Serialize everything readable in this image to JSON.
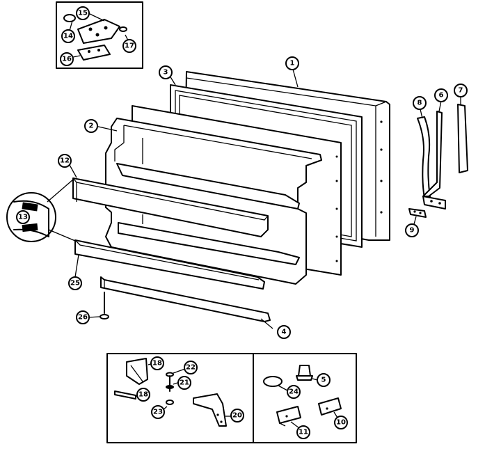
{
  "callouts": [
    {
      "id": "c1",
      "label": "1"
    },
    {
      "id": "c2",
      "label": "2"
    },
    {
      "id": "c3",
      "label": "3"
    },
    {
      "id": "c4",
      "label": "4"
    },
    {
      "id": "c5",
      "label": "5"
    },
    {
      "id": "c6",
      "label": "6"
    },
    {
      "id": "c7",
      "label": "7"
    },
    {
      "id": "c8",
      "label": "8"
    },
    {
      "id": "c9",
      "label": "9"
    },
    {
      "id": "c10",
      "label": "10"
    },
    {
      "id": "c10b",
      "label": "10"
    },
    {
      "id": "c11",
      "label": "11"
    },
    {
      "id": "c12",
      "label": "12"
    },
    {
      "id": "c13",
      "label": "13"
    },
    {
      "id": "c14",
      "label": "14"
    },
    {
      "id": "c15",
      "label": "15"
    },
    {
      "id": "c16",
      "label": "16"
    },
    {
      "id": "c17",
      "label": "17"
    },
    {
      "id": "c18",
      "label": "18"
    },
    {
      "id": "c19",
      "label": "19"
    },
    {
      "id": "c20",
      "label": "20"
    },
    {
      "id": "c21",
      "label": "21"
    },
    {
      "id": "c22",
      "label": "22"
    },
    {
      "id": "c23",
      "label": "23"
    },
    {
      "id": "c24",
      "label": "24"
    },
    {
      "id": "c25",
      "label": "25"
    },
    {
      "id": "c26",
      "label": "26"
    }
  ]
}
